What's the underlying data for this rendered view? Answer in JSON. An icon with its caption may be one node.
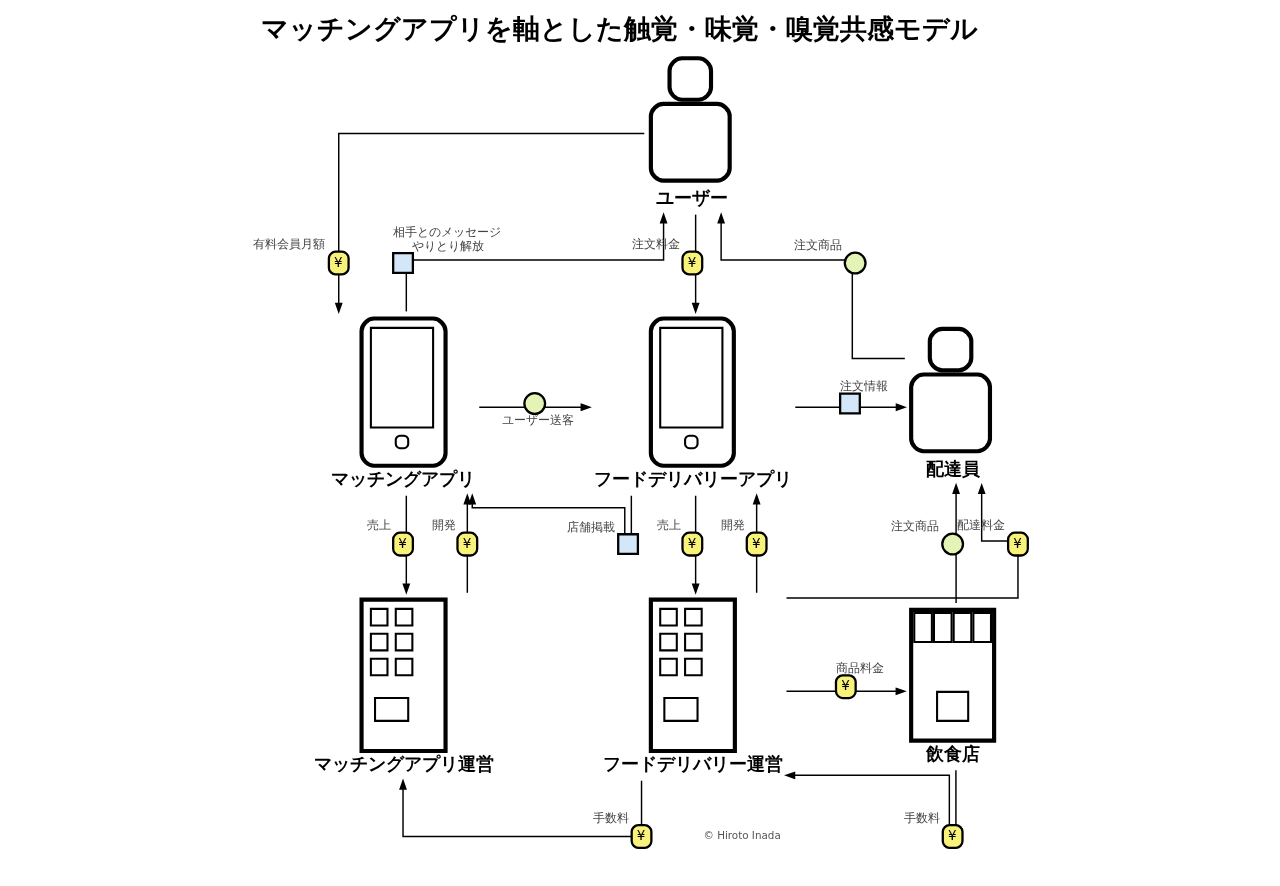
{
  "diagram": {
    "title": "マッチングアプリを軸とした触覚・味覚・嗅覚共感モデル",
    "nodes": [
      {
        "text": [
          "ユーザー"
        ]
      },
      {
        "text": [
          "¥"
        ],
        "beside": [
          "有料会員月額"
        ]
      },
      {
        "text": [],
        "shape": "box",
        "beside": [
          "相手とのメッセージやりとり解放"
        ]
      },
      {
        "text": [],
        "shape": "circle",
        "beside": [
          "注文商品"
        ]
      },
      {
        "text": [
          "¥"
        ],
        "beside": [
          "注文料金"
        ]
      },
      {
        "text": [
          "マッチングアプリ"
        ]
      },
      {
        "text": [],
        "shape": "circle",
        "beside": [
          "ユーザー送客"
        ]
      },
      {
        "text": [
          "フードデリバリーアプリ"
        ]
      },
      {
        "text": [],
        "shape": "box",
        "beside": [
          "注文情報"
        ]
      },
      {
        "text": [
          "配達員"
        ]
      },
      {
        "text": [],
        "shape": "box",
        "beside": [
          "店舗掲載"
        ]
      },
      {
        "text": [
          "¥"
        ],
        "beside": [
          "売上"
        ]
      },
      {
        "text": [
          "¥"
        ],
        "beside": [
          "開発"
        ]
      },
      {
        "text": [
          "¥"
        ],
        "beside": [
          "売上"
        ]
      },
      {
        "text": [
          "¥"
        ],
        "beside": [
          "開発"
        ]
      },
      {
        "text": [
          "¥"
        ],
        "beside": [
          "配達料金"
        ]
      },
      {
        "text": [],
        "shape": "circle",
        "beside": [
          "注文商品"
        ]
      },
      {
        "text": [
          "マッチングアプリ運営"
        ]
      },
      {
        "text": [
          "¥"
        ],
        "beside": [
          "手数料"
        ]
      },
      {
        "text": [
          "フードデリバリー運営"
        ]
      },
      {
        "text": [
          "¥"
        ],
        "beside": [
          "商品料金"
        ]
      },
      {
        "text": [
          "飲食店"
        ]
      },
      {
        "text": [
          "¥"
        ],
        "beside": [
          "手数料"
        ]
      }
    ],
    "edges": [
      {
        "from": 0,
        "to": 1,
        "arrow": "none"
      },
      {
        "from": 1,
        "to": 5,
        "arrow": "to"
      },
      {
        "from": 5,
        "to": 2,
        "arrow": "none"
      },
      {
        "from": 2,
        "to": 0,
        "arrow": "to"
      },
      {
        "from": 9,
        "to": 3,
        "arrow": "none"
      },
      {
        "from": 3,
        "to": 0,
        "arrow": "to"
      },
      {
        "from": 0,
        "to": 4,
        "arrow": "none"
      },
      {
        "from": 4,
        "to": 7,
        "arrow": "to"
      },
      {
        "from": 5,
        "to": 6,
        "arrow": "none"
      },
      {
        "from": 6,
        "to": 7,
        "arrow": "to"
      },
      {
        "from": 7,
        "to": 10,
        "arrow": "none"
      },
      {
        "from": 10,
        "to": 5,
        "arrow": "to"
      },
      {
        "from": 7,
        "to": 8,
        "arrow": "none"
      },
      {
        "from": 8,
        "to": 9,
        "arrow": "to"
      },
      {
        "from": 5,
        "to": 11,
        "arrow": "none"
      },
      {
        "from": 11,
        "to": 17,
        "arrow": "to"
      },
      {
        "from": 17,
        "to": 12,
        "arrow": "none"
      },
      {
        "from": 12,
        "to": 5,
        "arrow": "to"
      },
      {
        "from": 7,
        "to": 13,
        "arrow": "none"
      },
      {
        "from": 13,
        "to": 19,
        "arrow": "to"
      },
      {
        "from": 19,
        "to": 14,
        "arrow": "none"
      },
      {
        "from": 14,
        "to": 7,
        "arrow": "to"
      },
      {
        "from": 19,
        "to": 15,
        "arrow": "none"
      },
      {
        "from": 15,
        "to": 9,
        "arrow": "to"
      },
      {
        "from": 21,
        "to": 16,
        "arrow": "none"
      },
      {
        "from": 16,
        "to": 9,
        "arrow": "to"
      },
      {
        "from": 19,
        "to": 18,
        "arrow": "none"
      },
      {
        "from": 18,
        "to": 17,
        "arrow": "to"
      },
      {
        "from": 19,
        "to": 20,
        "arrow": "none"
      },
      {
        "from": 20,
        "to": 21,
        "arrow": "to"
      },
      {
        "from": 21,
        "to": 22,
        "arrow": "none"
      },
      {
        "from": 22,
        "to": 19,
        "arrow": "to"
      }
    ],
    "labels": [
      "© Hiroto Inada"
    ]
  }
}
